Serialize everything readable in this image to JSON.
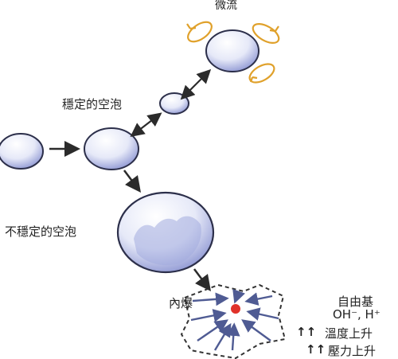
{
  "labels": {
    "microstreaming": "微流",
    "stable_bubble": "穩定的空泡",
    "unstable_bubble": "不穩定的空泡",
    "implosion": "內爆",
    "free_radicals": "自由基",
    "ions": "OH⁻, H⁺",
    "temp_marker": "↑↑",
    "temp_rise": "溫度上升",
    "pressure_marker": "↑↑",
    "pressure_rise": "壓力上升"
  },
  "colors": {
    "bubble_edge": "#2c2f4a",
    "bubble_fill_dark": "#9ea6dc",
    "bubble_fill_light": "#ffffff",
    "arrow": "#2b2b2b",
    "implosion_arrow": "#4f5b93",
    "stream_loop": "#e0a12b",
    "hot_spot": "#e0322a",
    "outline_dashed": "#333333"
  }
}
